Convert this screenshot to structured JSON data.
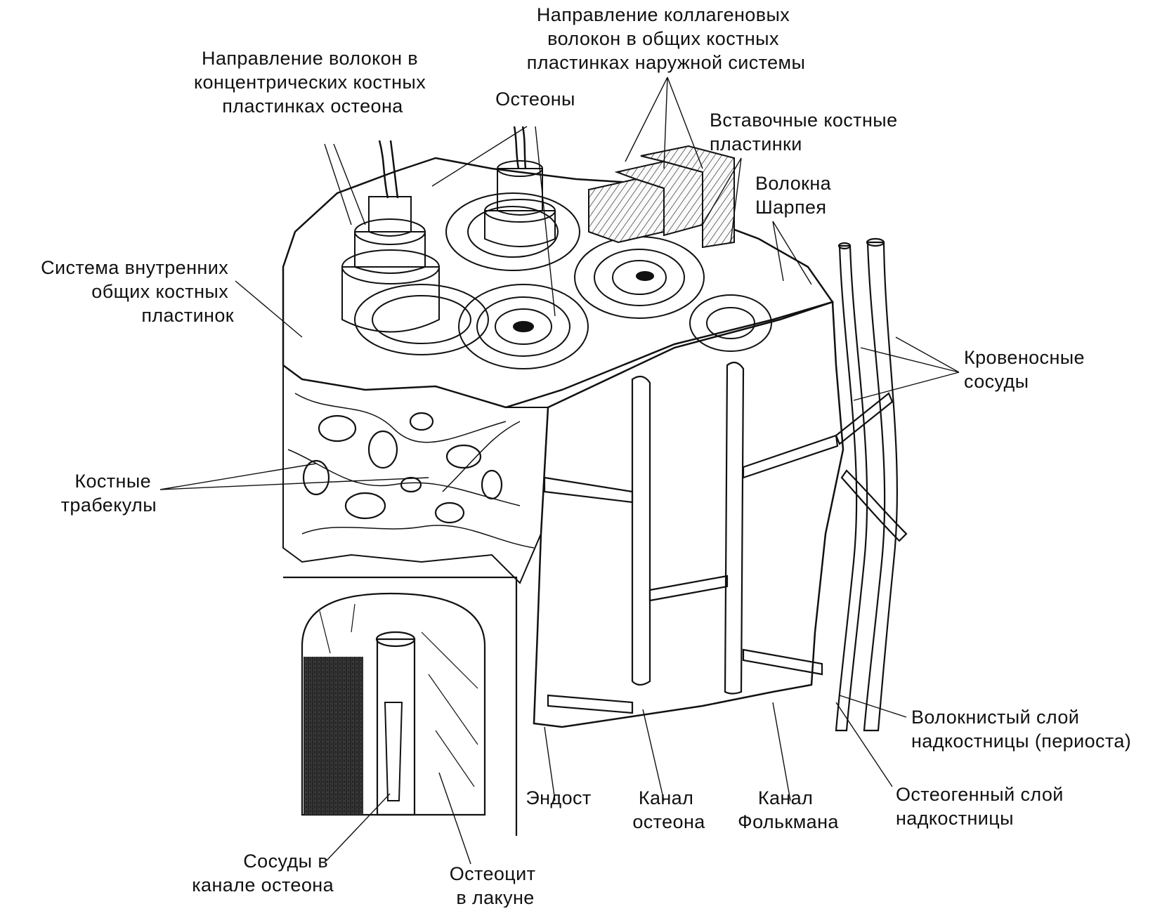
{
  "diagram": {
    "labels": {
      "collagen_outer": [
        "Направление коллагеновых",
        "волокон в общих костных",
        "пластинках наружной системы"
      ],
      "fibers_osteon": [
        "Направление волокон в",
        "концентрических костных",
        "пластинках остеона"
      ],
      "osteons": [
        "Остеоны"
      ],
      "interstitial": [
        "Вставочные костные",
        "пластинки"
      ],
      "sharpey": [
        "Волокна",
        "Шарпея"
      ],
      "inner_system": [
        "Система внутренних",
        "общих костных",
        "пластинок"
      ],
      "blood_vessels": [
        "Кровеносные",
        "сосуды"
      ],
      "trabeculae": [
        "Костные",
        "трабекулы"
      ],
      "fibrous_layer": [
        "Волокнистый слой",
        "надкостницы (периоста)"
      ],
      "osteogenic_layer": [
        "Остеогенный слой",
        "надкостницы"
      ],
      "endosteum": [
        "Эндост"
      ],
      "osteon_canal": [
        "Канал",
        "остеона"
      ],
      "volkmann_canal": [
        "Канал",
        "Фолькмана"
      ],
      "vessels_in_canal": [
        "Сосуды в",
        "канале остеона"
      ],
      "osteocyte": [
        "Остеоцит",
        "в лакуне"
      ]
    }
  }
}
